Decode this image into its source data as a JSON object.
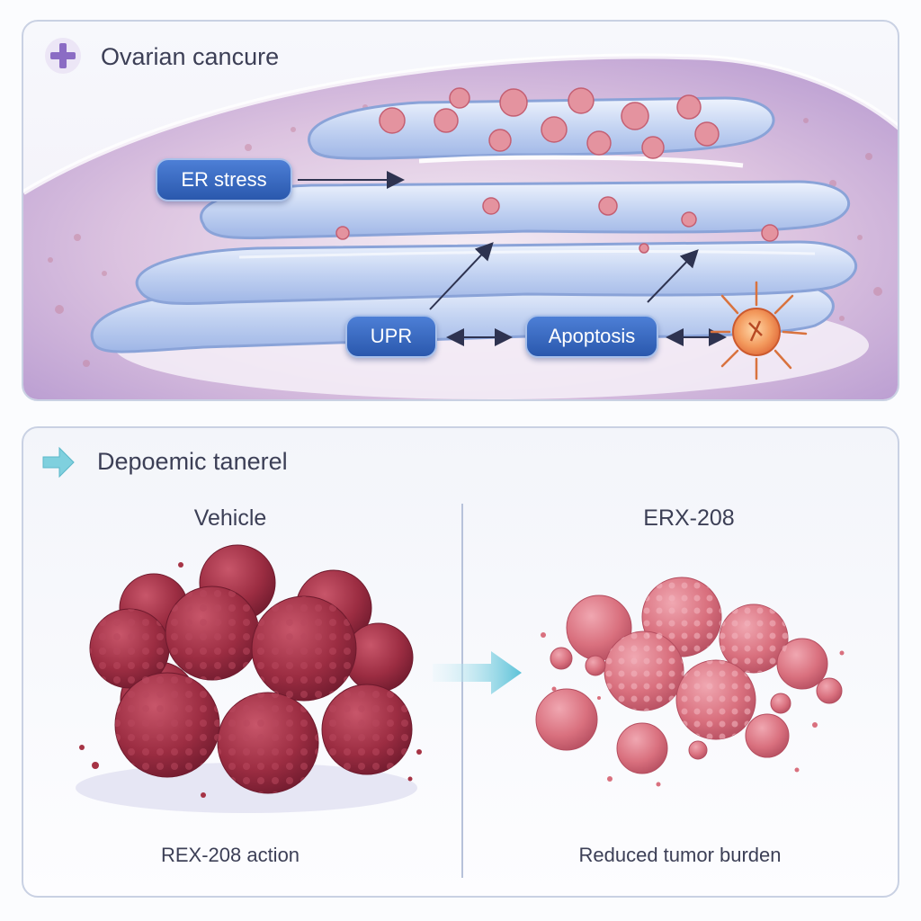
{
  "top_panel": {
    "title": "Ovarian cancure",
    "labels": {
      "er_stress": "ER stress",
      "upr": "UPR",
      "apoptosis": "Apoptosis"
    }
  },
  "bottom_panel": {
    "title": "Depoemic tanerel",
    "left_label": "Vehicle",
    "right_label": "ERX-208",
    "left_caption": "REX-208 action",
    "right_caption": "Reduced tumor burden"
  },
  "colors": {
    "label_fill": "#2f5fb5",
    "tumor_dark": "#a63345",
    "tumor_light": "#d9707e",
    "arrow_teal": "#5bc2d8",
    "membrane": "#b9c9ee"
  }
}
